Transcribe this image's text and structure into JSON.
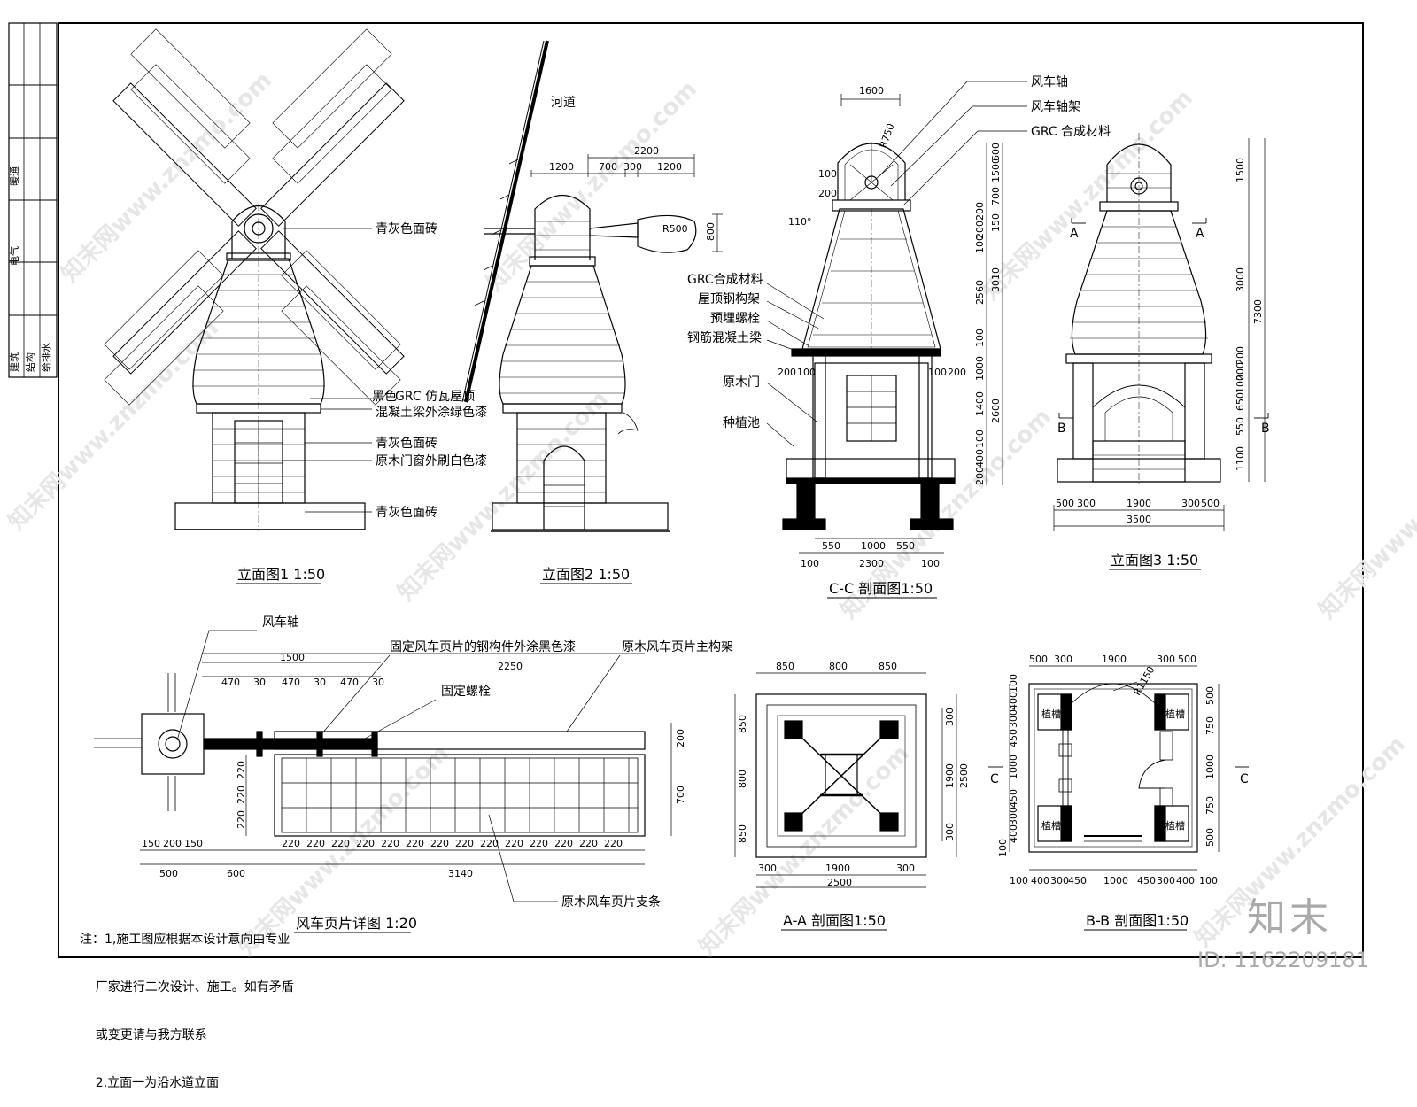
{
  "labels": {
    "e1_brick_top": "青灰色面砖",
    "e1_black": "黑色",
    "e1_grc_roof": "GRC  仿瓦屋顶",
    "e1_beam": "混凝土梁外涂绿色漆",
    "e1_brick_mid": "青灰色面砖",
    "e1_door": "原木门窗外刷白色漆",
    "e1_brick_base": "青灰色面砖",
    "e2_river": "河道",
    "cc_axle": "风车轴",
    "cc_axle_frame": "风车轴架",
    "cc_grc": "GRC 合成材料",
    "cc_grc2": "GRC合成材料",
    "cc_steel": "屋顶钢构架",
    "cc_bolt": "预埋螺栓",
    "cc_rc_beam": "钢筋混凝土梁",
    "cc_door": "原木门",
    "cc_planter": "种植池",
    "bd_axle": "风车轴",
    "bd_steel_black": "固定风车页片的钢构件外涂黑色漆",
    "bd_main_frame": "原木风车页片主构架",
    "bd_bolt": "固定螺栓",
    "bd_strip": "原木风车页片支条",
    "bb_planter": "植槽"
  },
  "titles": {
    "elev1": "立面图1  1:50",
    "elev2": "立面图2  1:50",
    "cc": "C-C   剖面图1:50",
    "elev3": "立面图3  1:50",
    "blade": "风车页片详图  1:20",
    "aa": "A-A   剖面图1:50",
    "bb": "B-B   剖面图1:50"
  },
  "dims": {
    "e2_top": [
      "1200",
      "700",
      "300",
      "1200"
    ],
    "e2_total": "2200",
    "e2_r": "R500",
    "e2_h": "800",
    "cc_w": "1600",
    "cc_r": "R750",
    "cc_angle": "110°",
    "cc_left": [
      "100",
      "200"
    ],
    "cc_side": [
      "200",
      "100",
      "100",
      "200"
    ],
    "cc_right": [
      "600",
      "1500",
      "700",
      "200200",
      "100",
      "150",
      "2560",
      "3010",
      "100",
      "1000",
      "1400",
      "2600",
      "100",
      "400",
      "200"
    ],
    "cc_bot": [
      "550",
      "1000",
      "550"
    ],
    "cc_bot2": [
      "100",
      "2300",
      "100"
    ],
    "e3_right": [
      "1500",
      "3000",
      "7300",
      "200",
      "200",
      "100",
      "650",
      "550",
      "1100"
    ],
    "e3_bot": [
      "500",
      "300",
      "1900",
      "300",
      "500"
    ],
    "e3_total": "3500",
    "e3_cut_a": "A",
    "e3_cut_b": "B",
    "bd_top1": "1500",
    "bd_top2": "2250",
    "bd_top3": [
      "470",
      "30",
      "470",
      "30",
      "470",
      "30"
    ],
    "bd_left": [
      "220",
      "220",
      "220"
    ],
    "bd_right": [
      "200",
      "700"
    ],
    "bd_bot1": [
      "150",
      "200",
      "150"
    ],
    "bd_bot2": [
      "500",
      "600",
      "3140"
    ],
    "bd_cells": "220",
    "aa_top": [
      "850",
      "800",
      "850"
    ],
    "aa_left": [
      "850",
      "800",
      "850"
    ],
    "aa_right": [
      "300",
      "1900",
      "300",
      "2500"
    ],
    "aa_bot": [
      "300",
      "1900",
      "300"
    ],
    "aa_total": "2500",
    "bb_top": [
      "500",
      "300",
      "1900",
      "300",
      "500"
    ],
    "bb_r": "R1150",
    "bb_left": [
      "100",
      "400",
      "300",
      "450",
      "1000",
      "450",
      "300",
      "400",
      "100"
    ],
    "bb_right": [
      "500",
      "750",
      "1000",
      "750",
      "500"
    ],
    "bb_bot": [
      "100",
      "400",
      "300",
      "450",
      "1000",
      "450",
      "300",
      "400",
      "100"
    ],
    "bb_cut": "C"
  },
  "notes": [
    "注：1,施工图应根据本设计意向由专业",
    "    厂家进行二次设计、施工。如有矛盾",
    "    或变更请与我方联系",
    "    2,立面一为沿水道立面"
  ],
  "sidebar": [
    "建筑",
    "结构",
    "给排水",
    "暖通",
    "电气"
  ],
  "brand": "知末",
  "doc_id": "ID: 1162209181",
  "watermark": "知末网www.znzmo.com"
}
